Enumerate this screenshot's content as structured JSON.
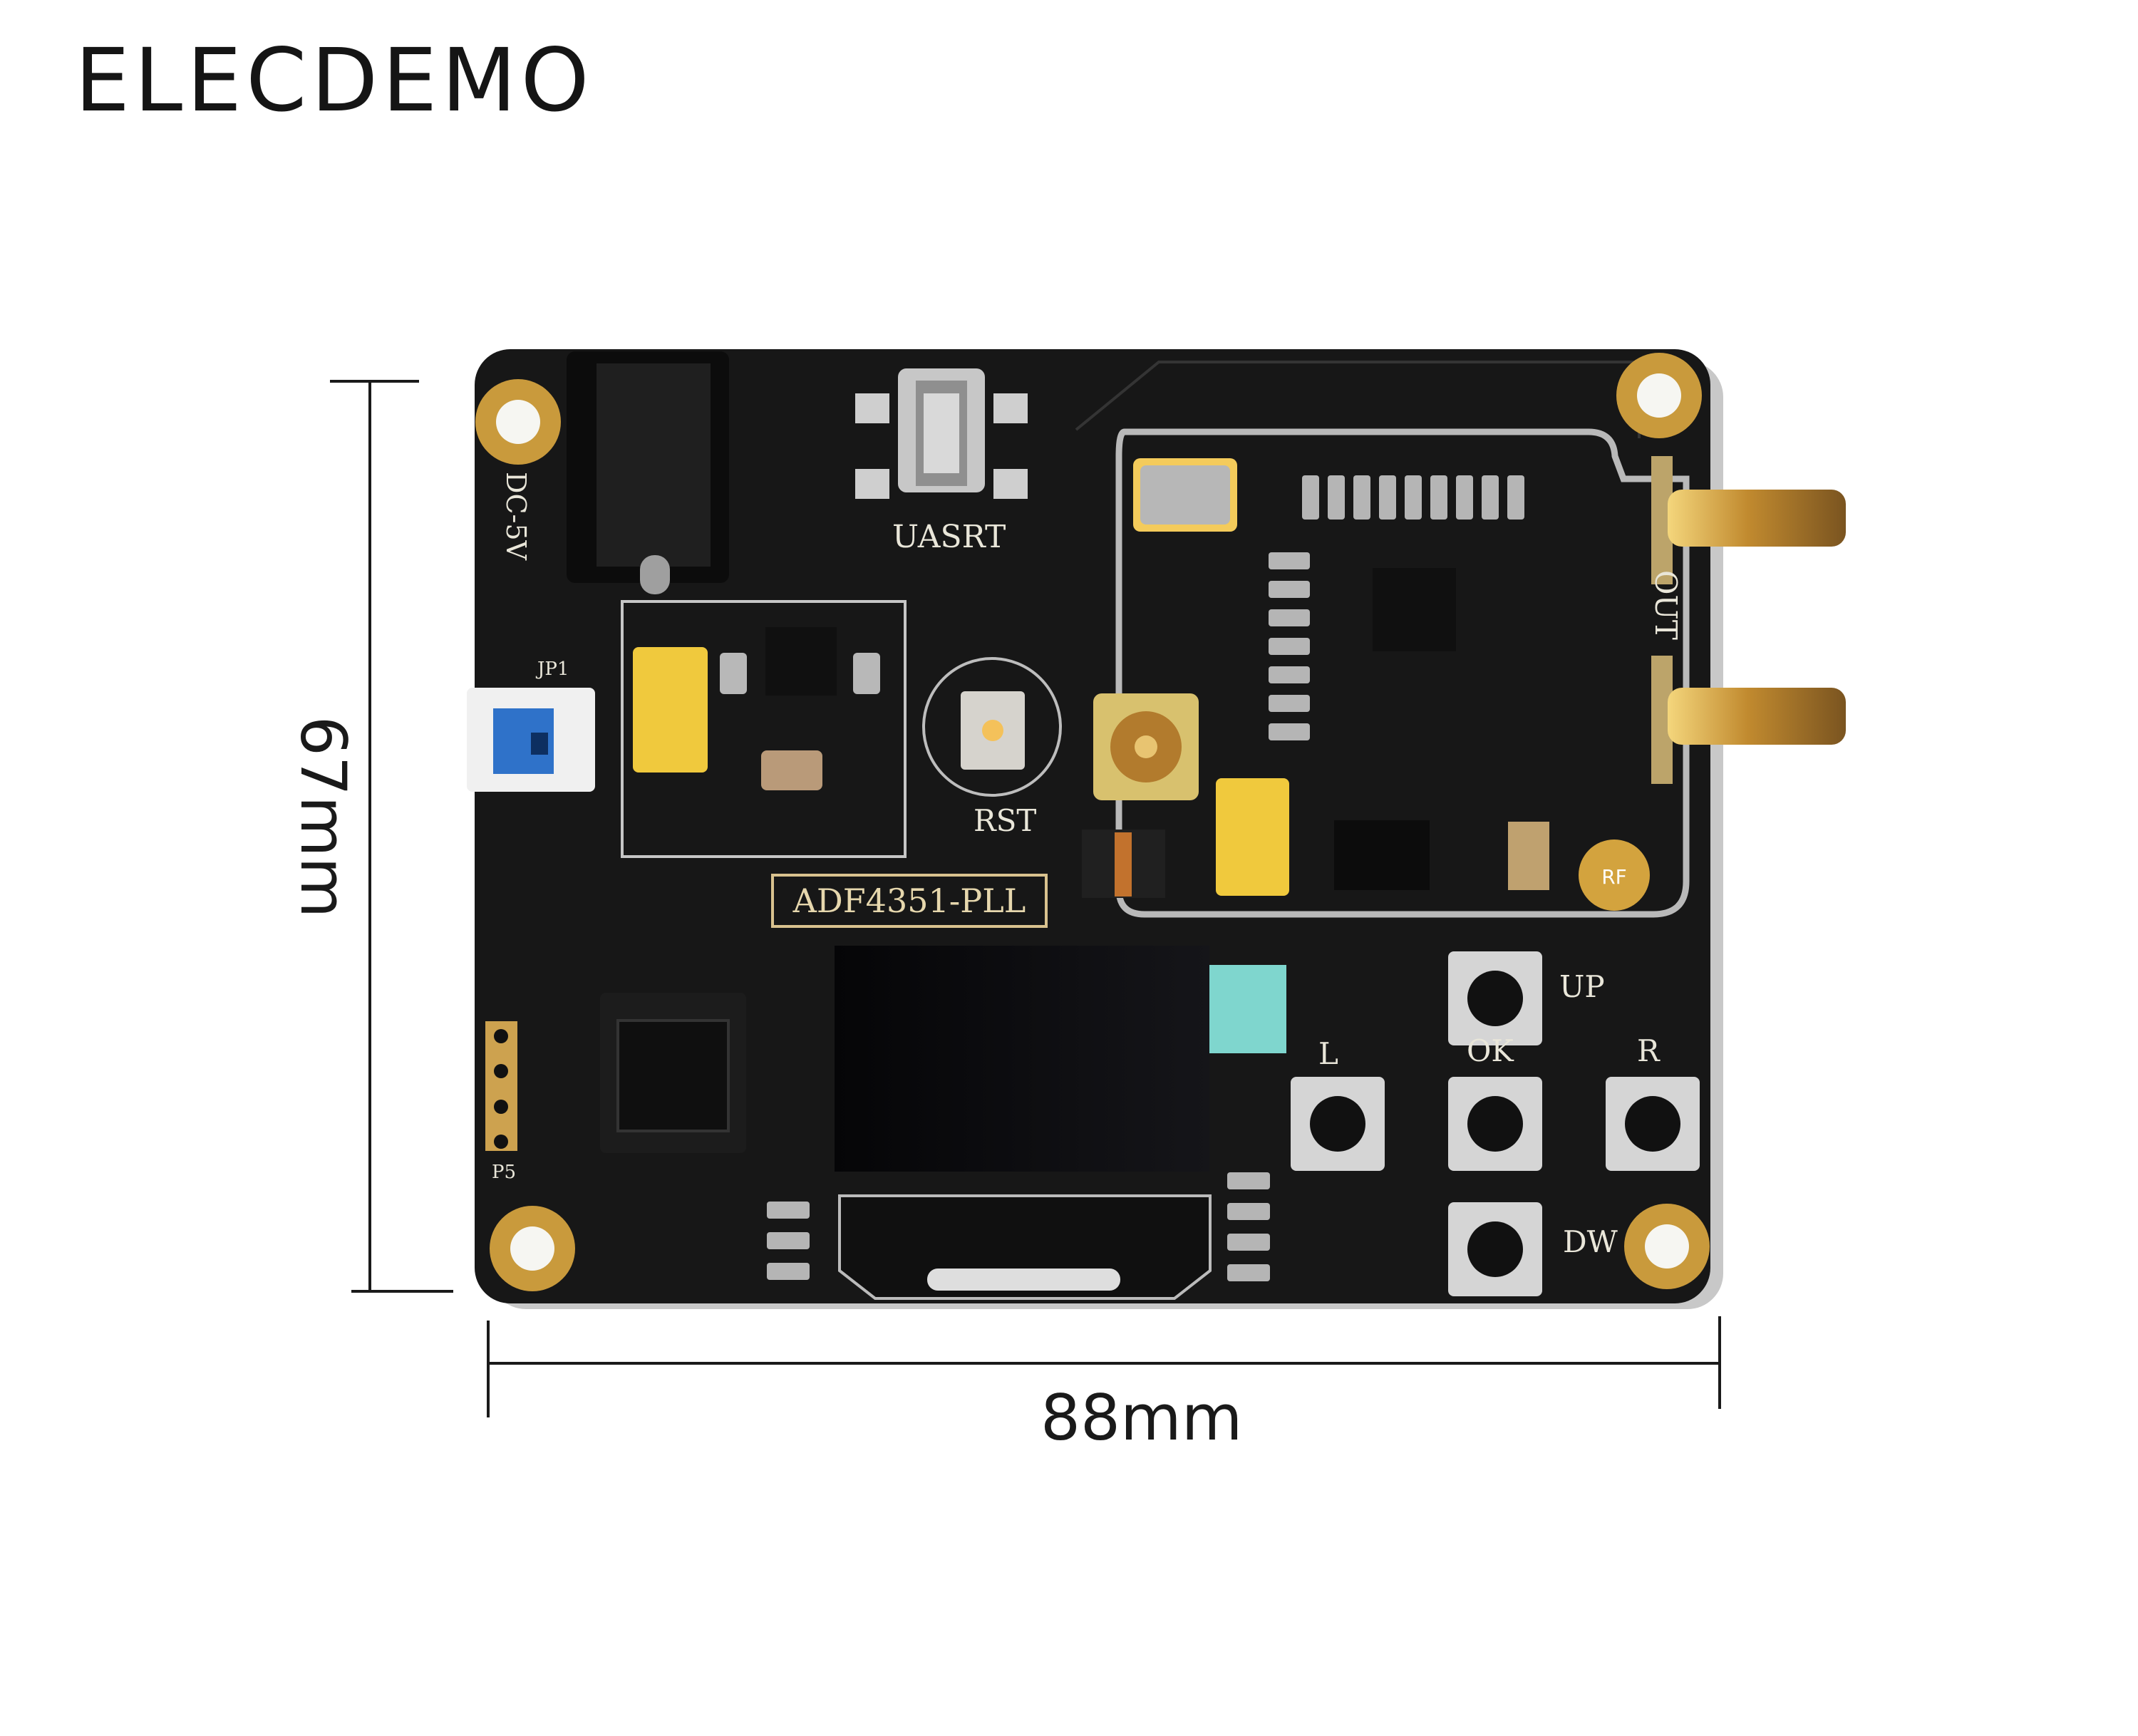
{
  "brand": "ELECDEMO",
  "dimensions": {
    "height": "67mm",
    "width": "88mm"
  },
  "board": {
    "model": "ADF4351-PLL",
    "labels": {
      "power": "DC-5V",
      "usb": "UASRT",
      "reset": "RST",
      "output": "OUT",
      "up": "UP",
      "ok": "OK",
      "left": "L",
      "right": "R",
      "down": "DW",
      "jumper": "JP1",
      "programming_header": "P5"
    }
  },
  "colors": {
    "pcb": "#171717",
    "silkscreen": "#e9e6d9",
    "gold": "#c99a3c"
  }
}
